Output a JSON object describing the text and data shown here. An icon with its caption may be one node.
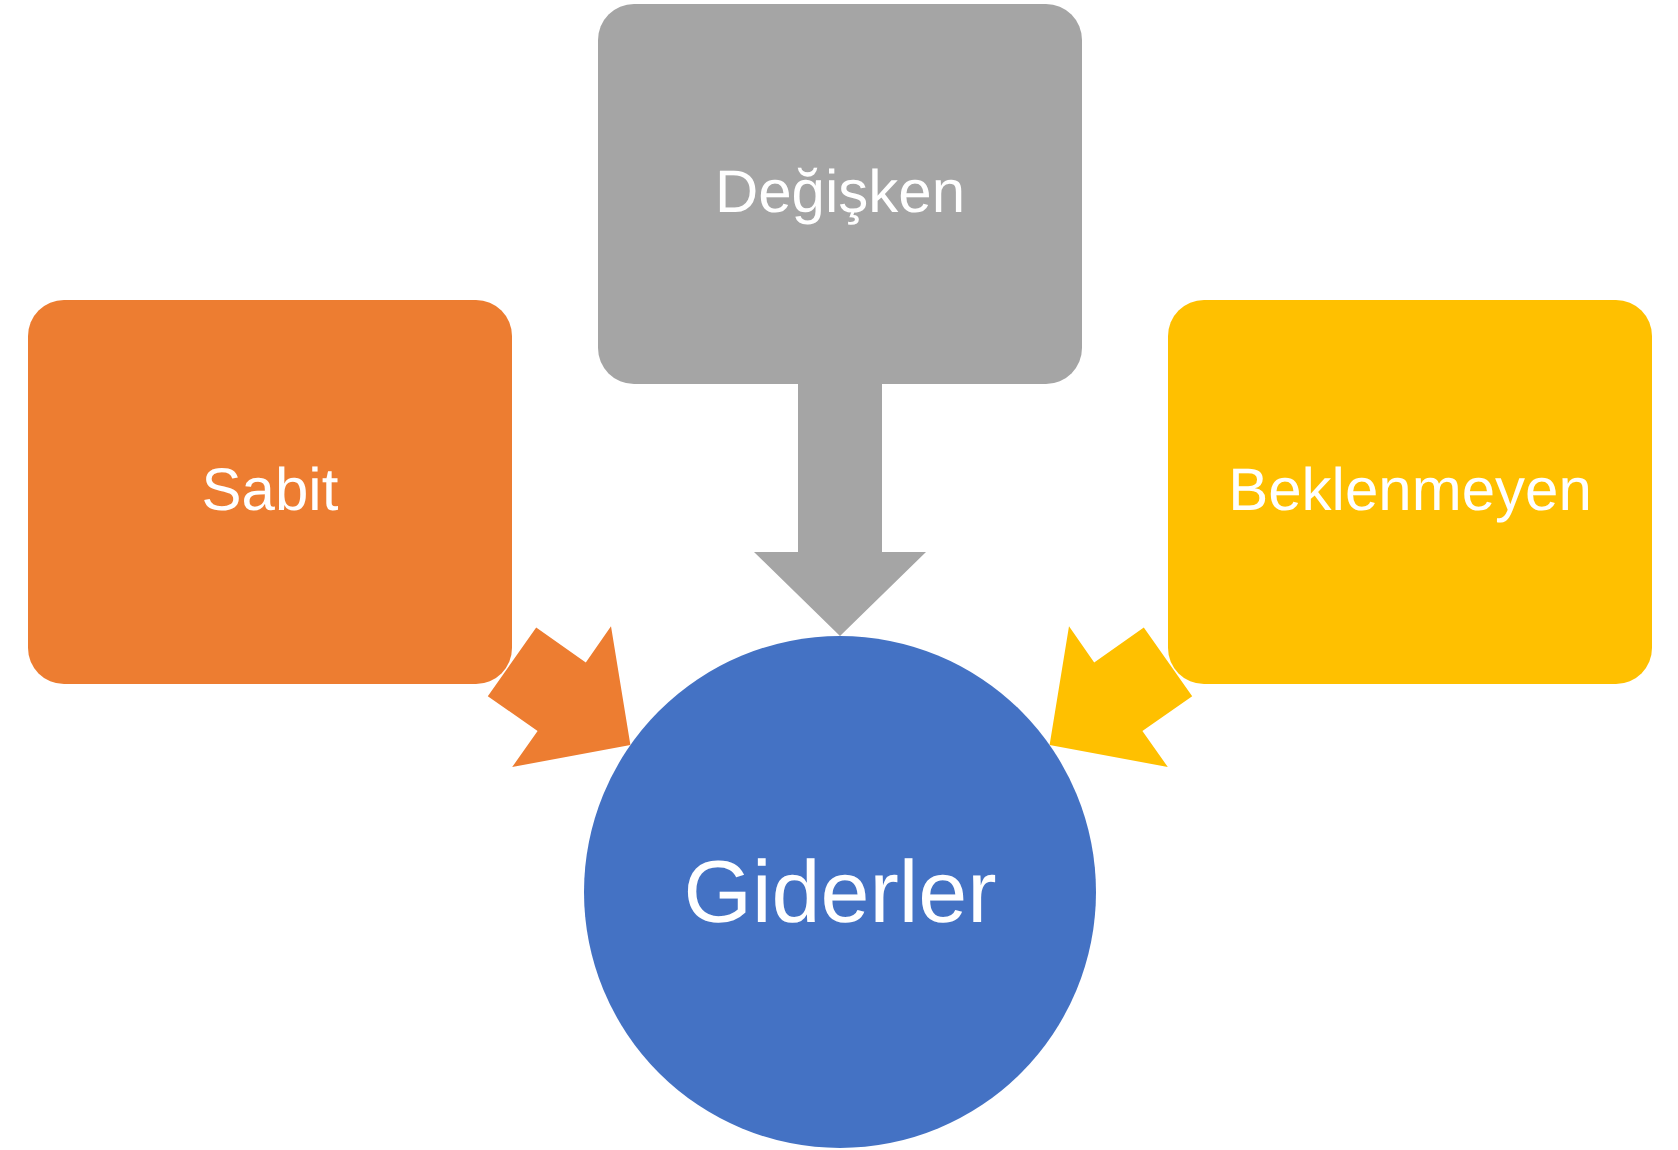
{
  "diagram": {
    "nodes": [
      {
        "text": [
          "Sabit"
        ]
      },
      {
        "text": [
          "Değişken"
        ]
      },
      {
        "text": [
          "Beklenmeyen"
        ]
      },
      {
        "text": [
          "Giderler"
        ]
      }
    ],
    "edges": [
      {
        "from": 0,
        "to": 3,
        "arrow": "to",
        "style": "thick",
        "color": "#ed7d31"
      },
      {
        "from": 1,
        "to": 3,
        "arrow": "to",
        "style": "thick",
        "color": "#a5a5a5"
      },
      {
        "from": 2,
        "to": 3,
        "arrow": "to",
        "style": "thick",
        "color": "#ffc000"
      }
    ]
  }
}
